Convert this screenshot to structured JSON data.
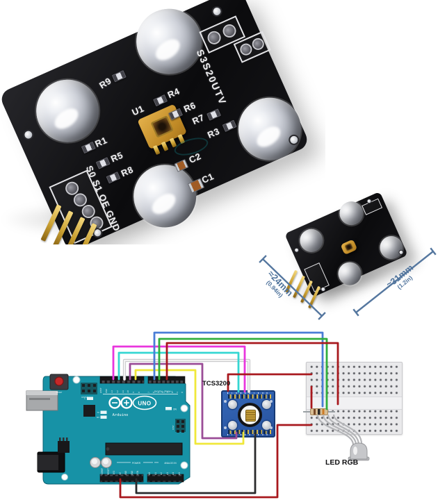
{
  "colors": {
    "dimension": "#55779f",
    "arduino_teal": "#1792a6",
    "sensor_board_blue": "#2f64b5",
    "pcb_black": "#121214",
    "wire": {
      "magenta": "#e935dd",
      "cyan": "#35d6d2",
      "white": "#f2f2f2",
      "white_outline": "#bdbdbf",
      "purple": "#9b4d97",
      "yellow": "#f0e83a",
      "blue": "#4a7dd6",
      "green": "#2fae3e",
      "red": "#a8181d",
      "black": "#2a2a2c"
    }
  },
  "large_photo": {
    "labels": {
      "u1": "U1",
      "r1": "R1",
      "r3": "R3",
      "r4": "R4",
      "r5": "R5",
      "r6": "R6",
      "r7": "R7",
      "r8": "R8",
      "r9": "R9",
      "c1": "C1",
      "c2": "C2"
    },
    "edge_text_right": "S3S20UTV",
    "edge_text_left": "S0 S1 OE GND"
  },
  "small_photo": {
    "width_label": "≈24mm",
    "width_sublabel": "(0.94in)",
    "length_label": "≈31mm",
    "length_sublabel": "(1.2in)"
  },
  "wiring": {
    "sensor_label": "TCS3200",
    "led_label": "LED RGB",
    "arduino": {
      "brand": "Arduino",
      "model": "UNO",
      "digital_caption": "DIGITAL (PWM~)",
      "power_caption": "POWER",
      "analog_caption": "ANALOG IN",
      "icsp2_label": "ICSP2",
      "icsp_label": "ICSP",
      "reset_label": "RESET",
      "on_label": "ON",
      "l_label": "L",
      "tx_label": "TX",
      "rx_label": "RX",
      "digital_left_pins": [
        "AREF",
        "GND",
        "13",
        "12",
        "11",
        "10",
        "9",
        "8"
      ],
      "digital_right_pins": [
        "7",
        "6",
        "5",
        "4",
        "3",
        "2",
        "1",
        "0"
      ],
      "power_pins": [
        "IOREF",
        "RESET",
        "3V3",
        "5V",
        "GND",
        "GND",
        "VIN"
      ],
      "analog_pins": [
        "A0",
        "A1",
        "A2",
        "A3",
        "A4",
        "A5"
      ]
    }
  }
}
